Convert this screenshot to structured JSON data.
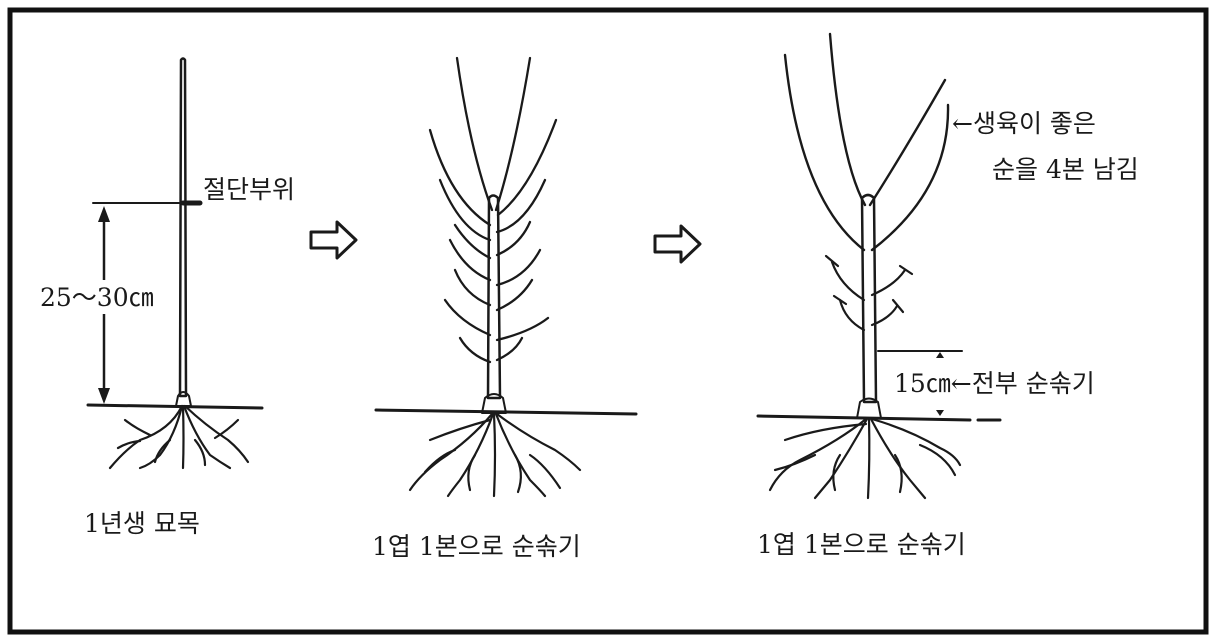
{
  "stage1": {
    "cut_label": "절단부위",
    "height_label": "25～30㎝",
    "caption": "1년생 묘목"
  },
  "stage2": {
    "caption": "1엽 1본으로 순솎기"
  },
  "stage3": {
    "keep_label_line1": "←생육이 좋은",
    "keep_label_line2": "순을  4본 남김",
    "thin_label": "15㎝←전부 순솎기",
    "caption": "1엽 1본으로 순솎기"
  },
  "arrows": [
    "right-arrow",
    "right-arrow"
  ]
}
